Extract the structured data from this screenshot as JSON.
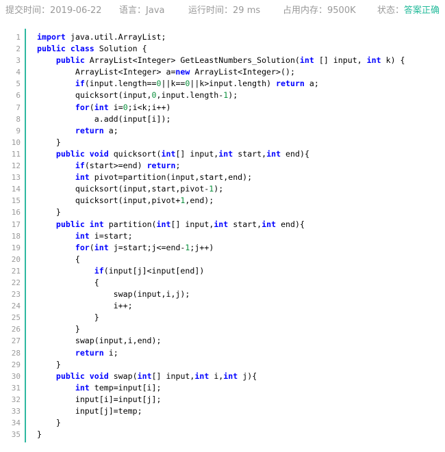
{
  "status": {
    "submit_time_label": "提交时间：",
    "submit_time_value": "2019-06-22",
    "language_label": "语言：",
    "language_value": "Java",
    "runtime_label": "运行时间：",
    "runtime_value": "29 ms",
    "memory_label": "占用内存：",
    "memory_value": "9500K",
    "state_label": "状态：",
    "state_value": "答案正确",
    "state_color": "#25bb9b"
  },
  "colors": {
    "keyword": "#0000ff",
    "number": "#0a8f3c",
    "gutter_border": "#2eb8a0",
    "line_number": "#999999"
  },
  "code_lines": [
    [
      [
        "kw",
        "import"
      ],
      [
        "t",
        " java.util.ArrayList;"
      ]
    ],
    [
      [
        "kw",
        "public"
      ],
      [
        "t",
        " "
      ],
      [
        "kw",
        "class"
      ],
      [
        "t",
        " Solution {"
      ]
    ],
    [
      [
        "t",
        "    "
      ],
      [
        "kw",
        "public"
      ],
      [
        "t",
        " ArrayList<Integer> GetLeastNumbers_Solution("
      ],
      [
        "kw",
        "int"
      ],
      [
        "t",
        " [] input, "
      ],
      [
        "kw",
        "int"
      ],
      [
        "t",
        " k) {"
      ]
    ],
    [
      [
        "t",
        "        ArrayList<Integer> a="
      ],
      [
        "kw",
        "new"
      ],
      [
        "t",
        " ArrayList<Integer>();"
      ]
    ],
    [
      [
        "t",
        "        "
      ],
      [
        "kw",
        "if"
      ],
      [
        "t",
        "(input.length=="
      ],
      [
        "num",
        "0"
      ],
      [
        "t",
        "||k=="
      ],
      [
        "num",
        "0"
      ],
      [
        "t",
        "||k>input.length) "
      ],
      [
        "kw",
        "return"
      ],
      [
        "t",
        " a;"
      ]
    ],
    [
      [
        "t",
        "        quicksort(input,"
      ],
      [
        "num",
        "0"
      ],
      [
        "t",
        ",input.length-"
      ],
      [
        "num",
        "1"
      ],
      [
        "t",
        ");"
      ]
    ],
    [
      [
        "t",
        "        "
      ],
      [
        "kw",
        "for"
      ],
      [
        "t",
        "("
      ],
      [
        "kw",
        "int"
      ],
      [
        "t",
        " i="
      ],
      [
        "num",
        "0"
      ],
      [
        "t",
        ";i<k;i++)"
      ]
    ],
    [
      [
        "t",
        "            a.add(input[i]);"
      ]
    ],
    [
      [
        "t",
        "        "
      ],
      [
        "kw",
        "return"
      ],
      [
        "t",
        " a;"
      ]
    ],
    [
      [
        "t",
        "    }"
      ]
    ],
    [
      [
        "t",
        "    "
      ],
      [
        "kw",
        "public"
      ],
      [
        "t",
        " "
      ],
      [
        "kw",
        "void"
      ],
      [
        "t",
        " quicksort("
      ],
      [
        "kw",
        "int"
      ],
      [
        "t",
        "[] input,"
      ],
      [
        "kw",
        "int"
      ],
      [
        "t",
        " start,"
      ],
      [
        "kw",
        "int"
      ],
      [
        "t",
        " end){"
      ]
    ],
    [
      [
        "t",
        "        "
      ],
      [
        "kw",
        "if"
      ],
      [
        "t",
        "(start>=end) "
      ],
      [
        "kw",
        "return"
      ],
      [
        "t",
        ";"
      ]
    ],
    [
      [
        "t",
        "        "
      ],
      [
        "kw",
        "int"
      ],
      [
        "t",
        " pivot=partition(input,start,end);"
      ]
    ],
    [
      [
        "t",
        "        quicksort(input,start,pivot-"
      ],
      [
        "num",
        "1"
      ],
      [
        "t",
        ");"
      ]
    ],
    [
      [
        "t",
        "        quicksort(input,pivot+"
      ],
      [
        "num",
        "1"
      ],
      [
        "t",
        ",end);"
      ]
    ],
    [
      [
        "t",
        "    }"
      ]
    ],
    [
      [
        "t",
        "    "
      ],
      [
        "kw",
        "public"
      ],
      [
        "t",
        " "
      ],
      [
        "kw",
        "int"
      ],
      [
        "t",
        " partition("
      ],
      [
        "kw",
        "int"
      ],
      [
        "t",
        "[] input,"
      ],
      [
        "kw",
        "int"
      ],
      [
        "t",
        " start,"
      ],
      [
        "kw",
        "int"
      ],
      [
        "t",
        " end){"
      ]
    ],
    [
      [
        "t",
        "        "
      ],
      [
        "kw",
        "int"
      ],
      [
        "t",
        " i=start;"
      ]
    ],
    [
      [
        "t",
        "        "
      ],
      [
        "kw",
        "for"
      ],
      [
        "t",
        "("
      ],
      [
        "kw",
        "int"
      ],
      [
        "t",
        " j=start;j<=end-"
      ],
      [
        "num",
        "1"
      ],
      [
        "t",
        ";j++)"
      ]
    ],
    [
      [
        "t",
        "        {"
      ]
    ],
    [
      [
        "t",
        "            "
      ],
      [
        "kw",
        "if"
      ],
      [
        "t",
        "(input[j]<input[end])"
      ]
    ],
    [
      [
        "t",
        "            {"
      ]
    ],
    [
      [
        "t",
        "                swap(input,i,j);"
      ]
    ],
    [
      [
        "t",
        "                i++;"
      ]
    ],
    [
      [
        "t",
        "            }"
      ]
    ],
    [
      [
        "t",
        "        }"
      ]
    ],
    [
      [
        "t",
        "        swap(input,i,end);"
      ]
    ],
    [
      [
        "t",
        "        "
      ],
      [
        "kw",
        "return"
      ],
      [
        "t",
        " i;"
      ]
    ],
    [
      [
        "t",
        "    }"
      ]
    ],
    [
      [
        "t",
        "    "
      ],
      [
        "kw",
        "public"
      ],
      [
        "t",
        " "
      ],
      [
        "kw",
        "void"
      ],
      [
        "t",
        " swap("
      ],
      [
        "kw",
        "int"
      ],
      [
        "t",
        "[] input,"
      ],
      [
        "kw",
        "int"
      ],
      [
        "t",
        " i,"
      ],
      [
        "kw",
        "int"
      ],
      [
        "t",
        " j){"
      ]
    ],
    [
      [
        "t",
        "        "
      ],
      [
        "kw",
        "int"
      ],
      [
        "t",
        " temp=input[i];"
      ]
    ],
    [
      [
        "t",
        "        input[i]=input[j];"
      ]
    ],
    [
      [
        "t",
        "        input[j]=temp;"
      ]
    ],
    [
      [
        "t",
        "    }"
      ]
    ],
    [
      [
        "t",
        "}"
      ]
    ]
  ]
}
